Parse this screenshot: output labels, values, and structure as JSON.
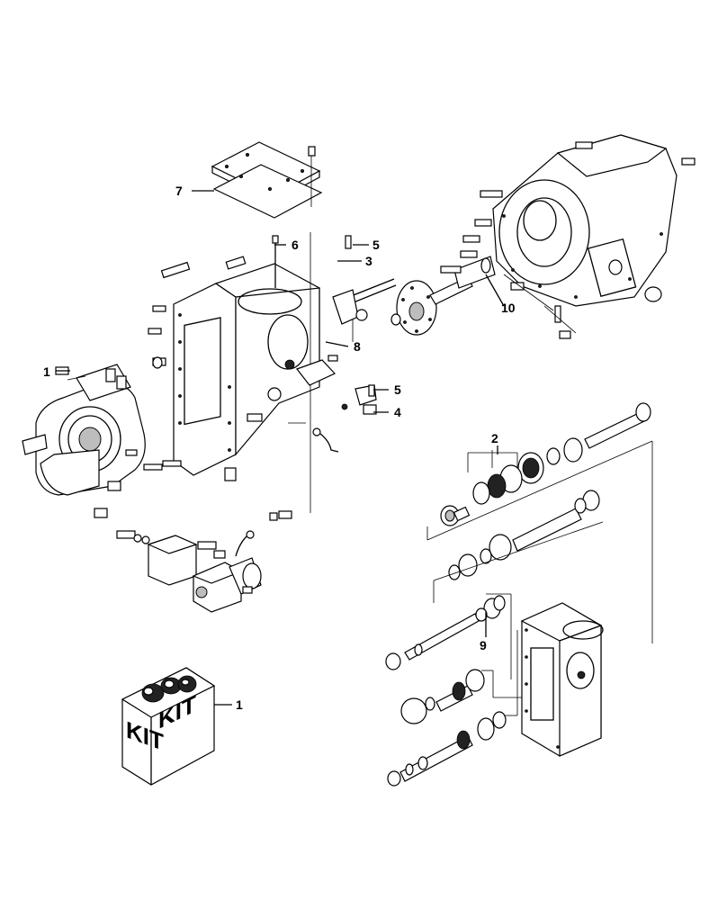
{
  "callouts": {
    "c1": "1",
    "c2": "2",
    "c3": "3",
    "c4": "4",
    "c5a": "5",
    "c5b": "5",
    "c6": "6",
    "c7": "7",
    "c8": "8",
    "c9": "9",
    "c10": "10",
    "c1_pump": "1"
  },
  "kit": {
    "label_left": "KIT",
    "label_right": "KIT"
  }
}
